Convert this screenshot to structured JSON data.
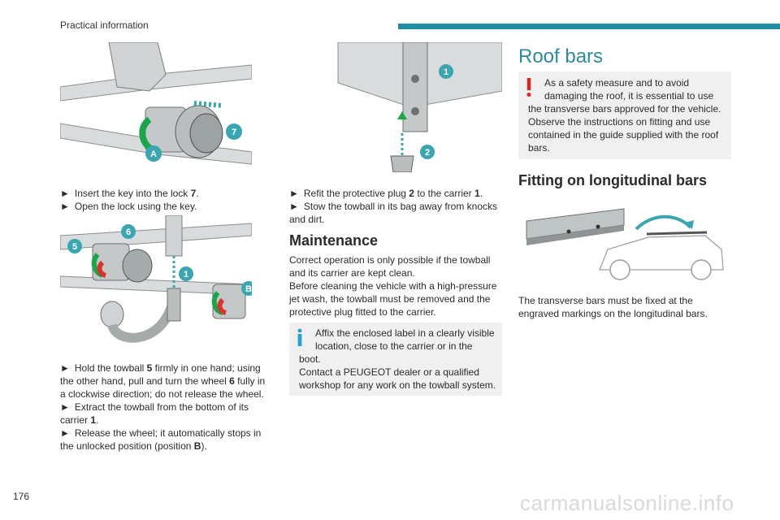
{
  "header": {
    "section_title": "Practical information",
    "accent_color": "#1f8ea0"
  },
  "page_number": "176",
  "watermark": "carmanualsonline.info",
  "column1": {
    "steps_a": [
      {
        "bullet": "►",
        "pre": "Insert the key into the lock ",
        "bold": "7",
        "post": "."
      },
      {
        "bullet": "►",
        "pre": "Open the lock using the key.",
        "bold": "",
        "post": ""
      }
    ],
    "figure1_labels": {
      "lock": "7",
      "position": "A"
    },
    "figure2_labels": {
      "towball": "5",
      "wheel": "6",
      "carrier": "1",
      "position": "B"
    },
    "steps_b_lines": [
      {
        "bullet": "►",
        "pre": "Hold the towball ",
        "bold": "5",
        "post": " firmly in one hand; using"
      },
      {
        "bullet": "",
        "pre": "the other hand, pull and turn the wheel ",
        "bold": "6",
        "post": " fully in"
      },
      {
        "bullet": "",
        "pre": "a clockwise direction; do not release the wheel.",
        "bold": "",
        "post": ""
      },
      {
        "bullet": "►",
        "pre": "Extract the towball from the bottom of its",
        "bold": "",
        "post": ""
      },
      {
        "bullet": "",
        "pre": "carrier ",
        "bold": "1",
        "post": "."
      },
      {
        "bullet": "►",
        "pre": "Release the wheel; it automatically stops in",
        "bold": "",
        "post": ""
      },
      {
        "bullet": "",
        "pre": "the unlocked position (position ",
        "bold": "B",
        "post": ")."
      }
    ]
  },
  "column2": {
    "figure3_labels": {
      "carrier": "1",
      "plug": "2"
    },
    "steps_lines": [
      {
        "bullet": "►",
        "pre": "Refit the protective plug ",
        "bold": "2",
        "post": " to the carrier "
      },
      {
        "bullet": "►",
        "pre": "Stow the towball in its bag away from knocks",
        "bold": "",
        "post": ""
      },
      {
        "bullet": "",
        "pre": "and dirt.",
        "bold": "",
        "post": ""
      }
    ],
    "steps_line1_tail_bold": "1",
    "steps_line1_tail_post": ".",
    "maintenance_heading": "Maintenance",
    "maintenance_lines": [
      "Correct operation is only possible if the towball",
      "and its carrier are kept clean.",
      "Before cleaning the vehicle with a high-pressure",
      "jet wash, the towball must be removed and the",
      "protective plug fitted to the carrier."
    ],
    "info_lines": [
      "Affix the enclosed label in a clearly visible",
      "location, close to the carrier or in the",
      "boot.",
      "Contact a PEUGEOT dealer or a qualified",
      "workshop for any work on the towball system."
    ]
  },
  "column3": {
    "roof_heading": "Roof bars",
    "warning_lines": [
      "As a safety measure and to avoid",
      "damaging the roof, it is essential to use",
      "the transverse bars approved for the vehicle.",
      "Observe the instructions on fitting and use",
      "contained in the guide supplied with the roof",
      "bars."
    ],
    "fitting_heading": "Fitting on longitudinal bars",
    "body_lines": [
      "The transverse bars must be fixed at the",
      "engraved markings on the longitudinal bars."
    ]
  },
  "colors": {
    "callout_teal": "#3aa6b1",
    "arrow_green": "#1aa64a",
    "arrow_red": "#d9342b",
    "warning_red": "#e2231a",
    "info_blue": "#2a9fd6"
  }
}
